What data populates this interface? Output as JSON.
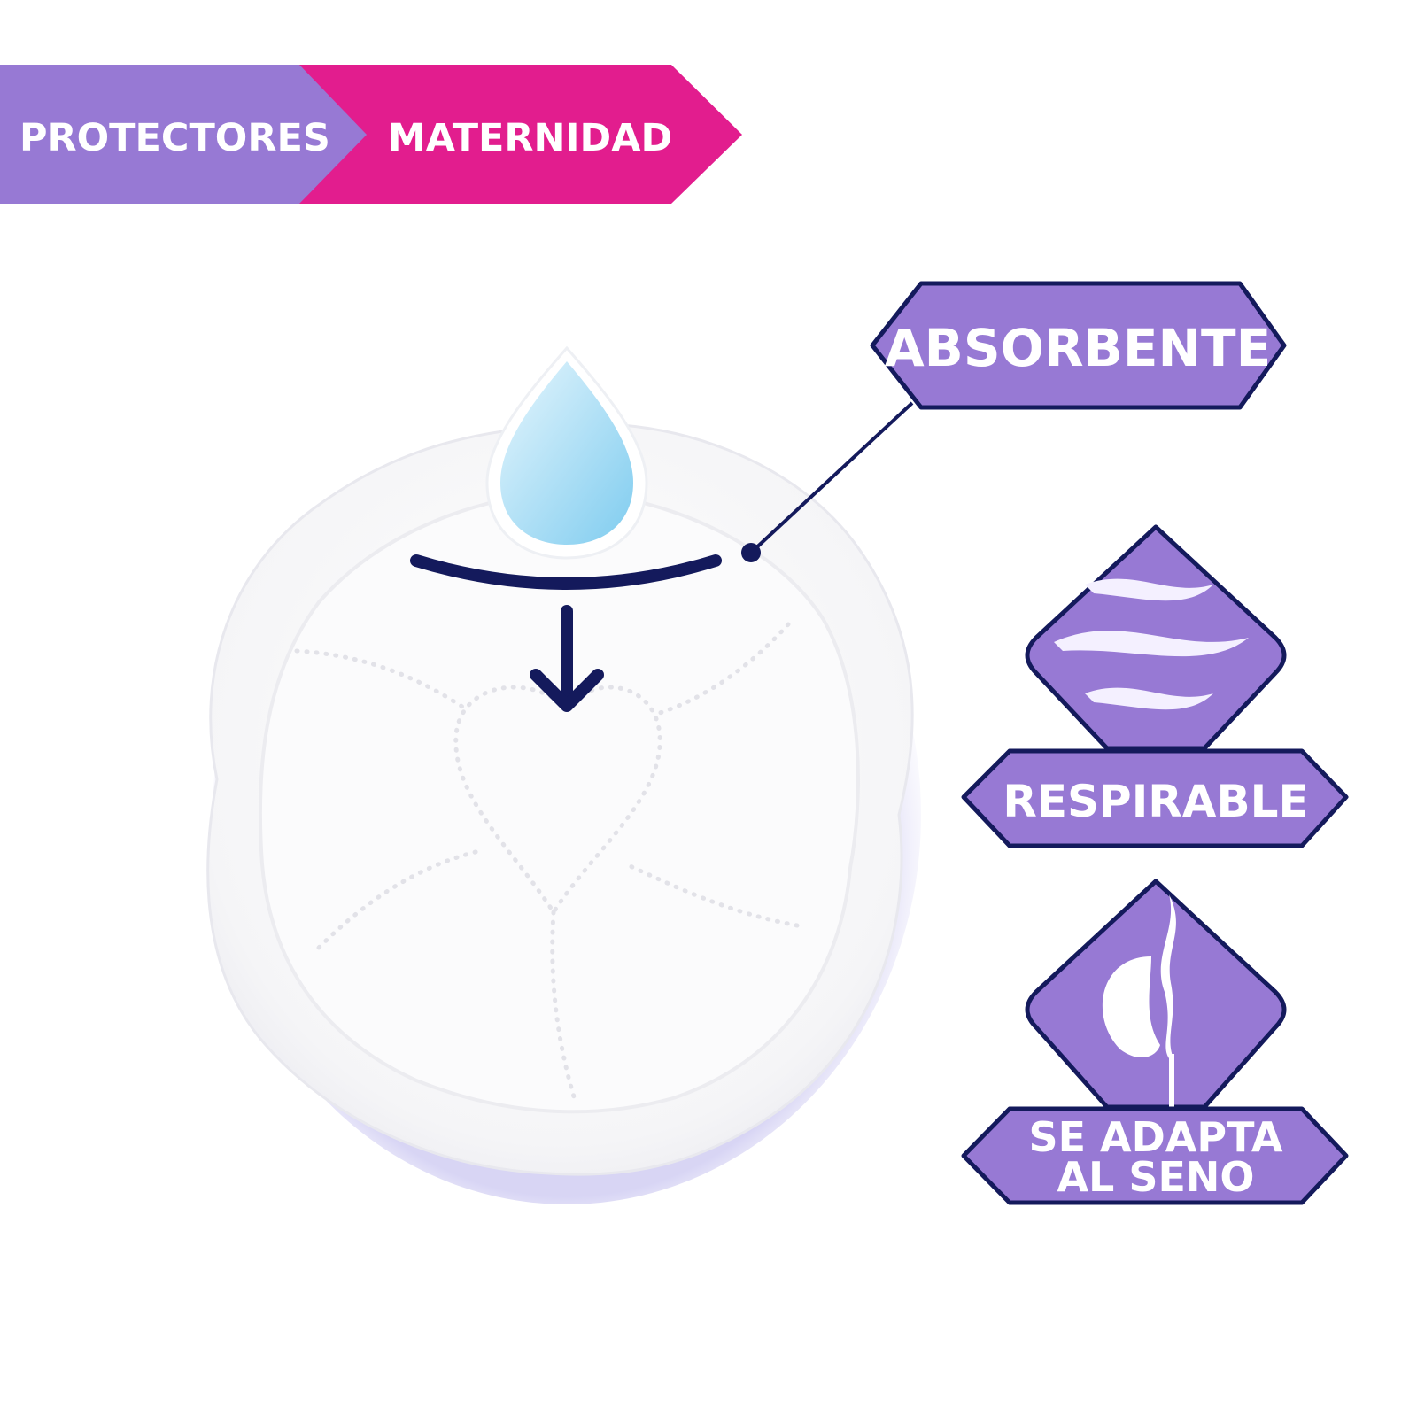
{
  "banner": {
    "category": "PROTECTORES",
    "subcategory": "MATERNIDAD"
  },
  "features": [
    {
      "label": "ABSORBENTE",
      "icon": "drop-absorb-icon"
    },
    {
      "label": "RESPIRABLE",
      "icon": "air-waves-icon"
    },
    {
      "label_line1": "SE ADAPTA",
      "label_line2": "AL SENO",
      "icon": "breast-fit-icon"
    }
  ],
  "colors": {
    "purple": "#9779d4",
    "pink": "#e21d8e",
    "navy": "#141a5c",
    "drop": "#8fd3f2"
  }
}
